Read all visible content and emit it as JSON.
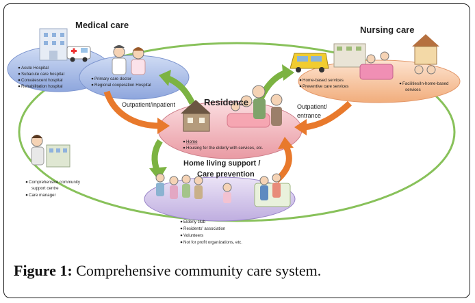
{
  "diagram": {
    "medical": {
      "title": "Medical care",
      "hospital_items": [
        "Acute Hospital",
        "Subacute care hospital",
        "Convalescent hospital",
        "Rehabilitation hospital"
      ],
      "doctor_items": [
        "Primary care doctor",
        "Regional cooperation Hospital"
      ]
    },
    "nursing": {
      "title": "Nursing care",
      "items": [
        "Home-based services",
        "Preventive care services"
      ],
      "facility_lines": [
        "Facilities/In-home-based",
        "services"
      ]
    },
    "residence": {
      "title": "Residence",
      "items": [
        "Home",
        "Housing for the elderly with services, etc."
      ]
    },
    "support": {
      "title_lines": [
        "Home living support /",
        "Care prevention"
      ],
      "items": [
        "Elderly club",
        "Residents' association",
        "Volunteers",
        "Not for profit organizations, etc."
      ]
    },
    "centre": {
      "items": [
        "Comprehensive community",
        "support centre",
        "Care manager"
      ]
    },
    "labels": {
      "outpatient_inpatient": "Outpatient/inpatient",
      "outpatient_entrance_lines": [
        "Outpatient/",
        "entrance"
      ]
    },
    "colors": {
      "medical_ellipse": "#a9bde6",
      "nursing_ellipse": "#f6c6a2",
      "residence_ellipse": "#f2b8be",
      "support_ellipse": "#d6c8ea",
      "green_ring": "#88c15a",
      "orange_arrow": "#e8792c",
      "green_arrow": "#7cb342"
    }
  },
  "caption": {
    "label": "Figure 1:",
    "text": "Comprehensive community care system."
  }
}
